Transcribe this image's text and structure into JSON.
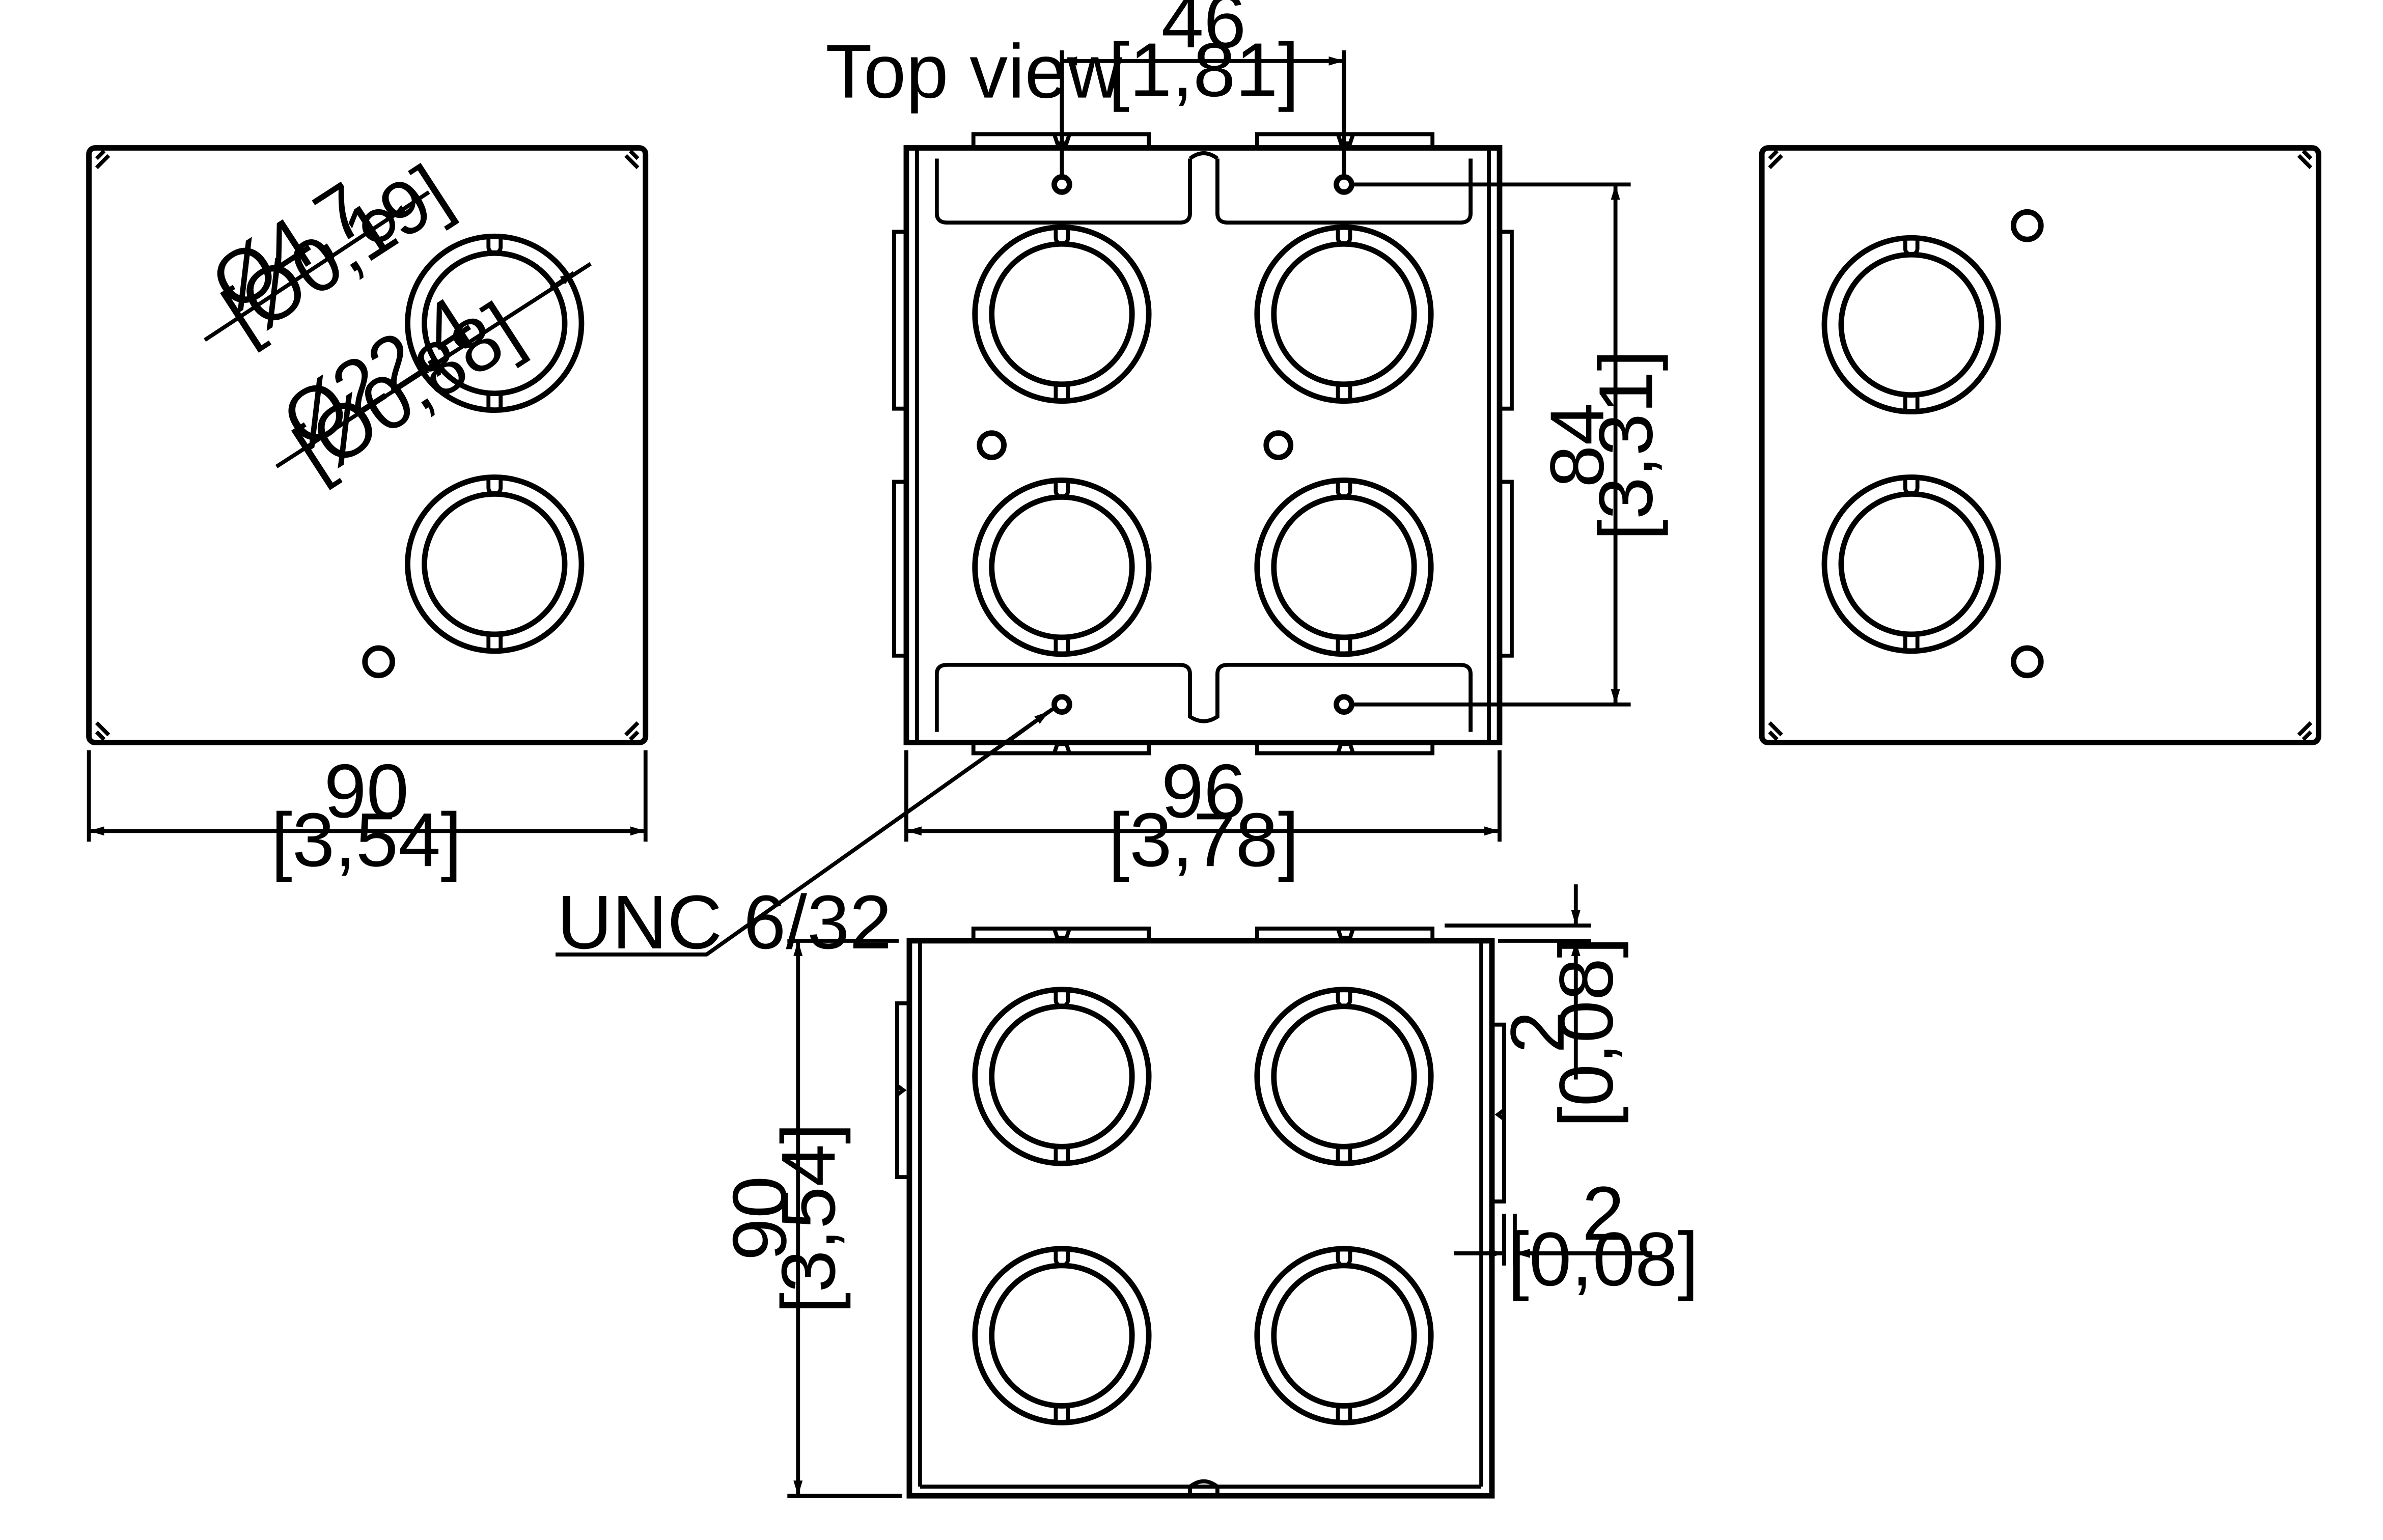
{
  "labels": {
    "top_view": "Top view",
    "left_width": "90",
    "left_width_in": "[3,54]",
    "small_hole_dia": "Ø4,7",
    "small_hole_dia_in": "[Ø0,19]",
    "large_hole_dia": "Ø22,4",
    "large_hole_dia_in": "[Ø0,88]",
    "top_spacing": "46",
    "top_spacing_in": "[1,81]",
    "top_height": "84",
    "top_height_in": "[3,31]",
    "top_width": "96",
    "top_width_in": "[3,78]",
    "thread": "UNC 6/32",
    "front_height": "90",
    "front_height_in": "[3,54]",
    "flange_top": "2",
    "flange_top_in": "[0,08]",
    "flange_side": "2",
    "flange_side_in": "[0,08]"
  }
}
